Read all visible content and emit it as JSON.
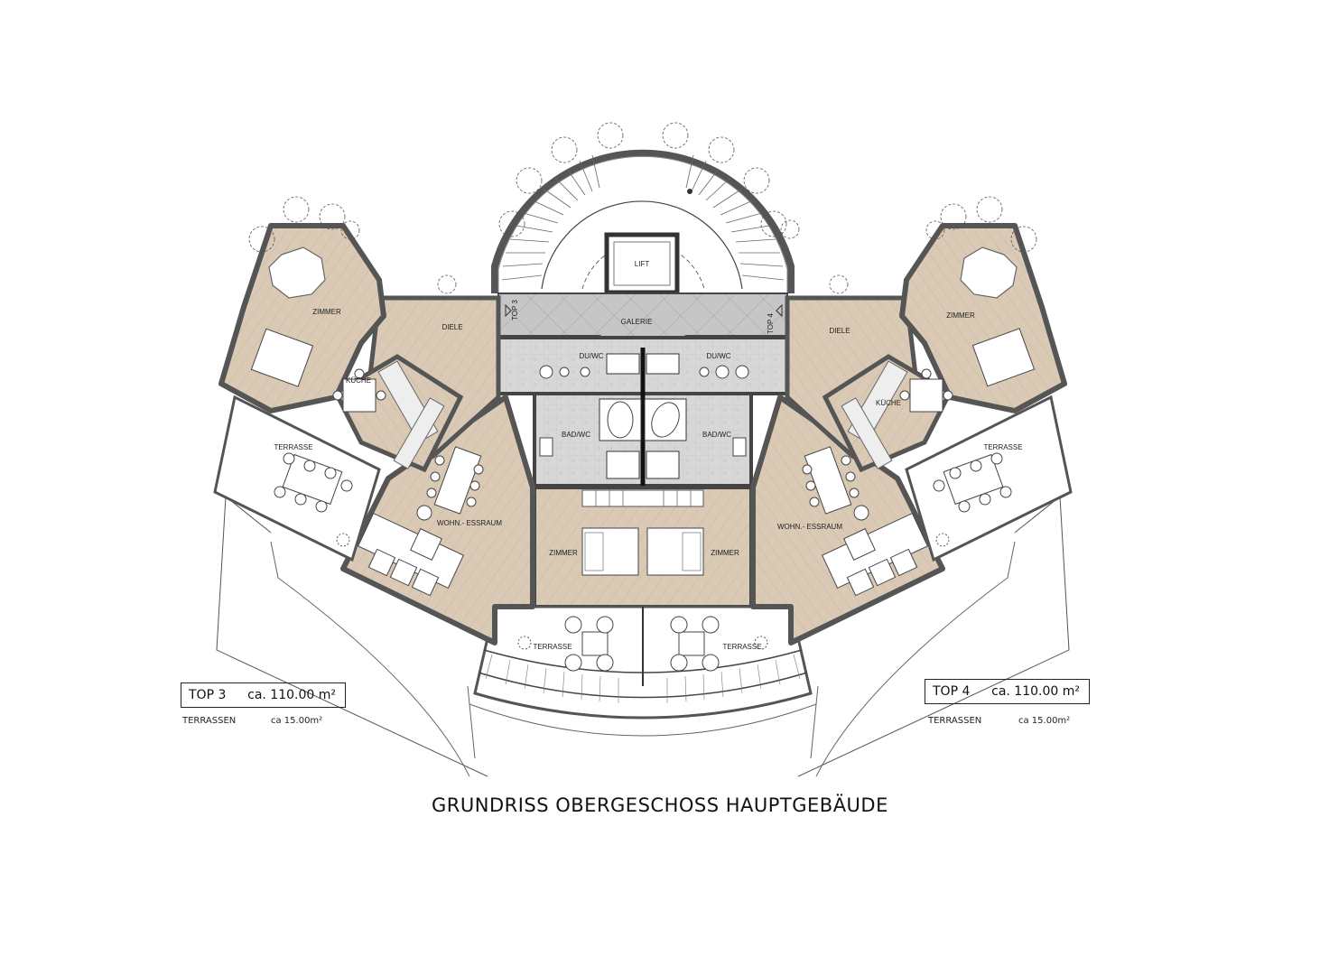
{
  "title": "GRUNDRISS OBERGESCHOSS HAUPTGEBÄUDE",
  "colors": {
    "floor": "#d9c9b5",
    "floor_line": "#c8b59d",
    "tile": "#d6d6d6",
    "gallery": "#c4c4c4",
    "wall": "#555555",
    "wall_dark": "#111111"
  },
  "units": [
    {
      "name": "TOP 3",
      "area": "ca. 110.00 m²",
      "terrace_label": "TERRASSEN",
      "terrace_area": "ca 15.00m²"
    },
    {
      "name": "TOP 4",
      "area": "ca. 110.00 m²",
      "terrace_label": "TERRASSEN",
      "terrace_area": "ca 15.00m²"
    }
  ],
  "rooms": {
    "lift": "LIFT",
    "galerie": "GALERIE",
    "top3_marker": "TOP 3",
    "top4_marker": "TOP 4",
    "zimmer_left": "ZIMMER",
    "diele_left": "DIELE",
    "kueche_left": "KÜCHE",
    "terrasse_left": "TERRASSE",
    "wohn_left": "WOHN.- ESSRAUM",
    "duwc_left": "DU/WC",
    "badwc_left": "BAD/WC",
    "zimmer_center_left": "ZIMMER",
    "terrasse_bottom_left": "TERRASSE",
    "zimmer_right": "ZIMMER",
    "diele_right": "DIELE",
    "kueche_right": "KÜCHE",
    "terrasse_right": "TERRASSE",
    "wohn_right": "WOHN.- ESSRAUM",
    "duwc_right": "DU/WC",
    "badwc_right": "BAD/WC",
    "zimmer_center_right": "ZIMMER",
    "terrasse_bottom_right": "TERRASSE"
  }
}
